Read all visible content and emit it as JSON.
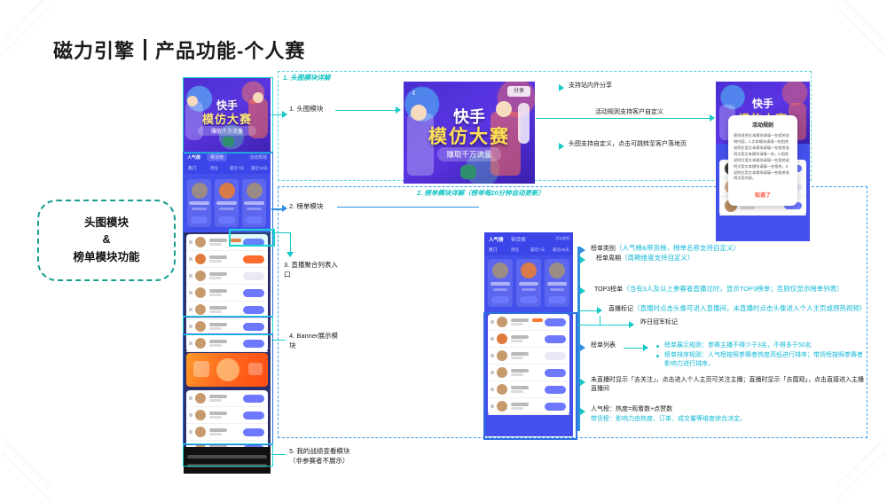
{
  "page": {
    "title_brand": "磁力引擎",
    "title_divider": "|",
    "title_page": "产品功能-个人赛"
  },
  "left_box": {
    "line1": "头图模块",
    "line2": "&",
    "line3": "榜单模块功能"
  },
  "sections": {
    "section1_title": "1. 头图模块详解",
    "section2_title": "2. 榜单模块详解（榜单每20分钟自动更新）"
  },
  "callouts": [
    {
      "id": "c1",
      "text": "1. 头图模块"
    },
    {
      "id": "c2",
      "text": "2. 榜单模块"
    },
    {
      "id": "c3",
      "text": "3. 直播聚合列表入口"
    },
    {
      "id": "c4",
      "text": "4. Banner展示模块"
    },
    {
      "id": "c5",
      "text": "5. 我的战绩查看模块（非参赛者不展示）"
    }
  ],
  "top_annotations": [
    {
      "id": "a1",
      "text": "支持站内外分享"
    },
    {
      "id": "a2",
      "text": "活动规则支持客户自定义"
    },
    {
      "id": "a3",
      "text": "头图支持自定义，点击可跳转至客户落地页"
    }
  ],
  "rank_annotations": {
    "category_label": "榜单类别",
    "category_note": "（人气榜&带货榜，榜单名称支持自定义）",
    "period_label": "榜单周期",
    "period_note": "（周期维度支持自定义）",
    "top3_label": "TOP3榜单",
    "top3_note": "（当有3人及以上参赛者直播过时，显示TOP3榜单；否则仅显示榜单列表）",
    "live_label": "直播标记",
    "live_note": "（直播时点击头像可进入直播间，未直播时点击头像进入个人主页或预热视频）",
    "champion_label": "昨日冠军标记",
    "list_label": "榜单列表",
    "list_rules": [
      "榜单展示规则：参赛主播不得少于3名，不得多于50名",
      "榜单排序规则：人气榜按照参赛者热度高低进行排序；带货榜按照参赛者影响力进行排序。"
    ],
    "follow_rule": "未直播时显示「去关注」，点击进入个人主页可关注主播；直播时显示「去围观」，点击直接进入主播直播间",
    "heat_rule_line1": "人气榜：热度=观看数+点赞数",
    "heat_rule_line2": "带货榜：影响力由热度、订单、成交量等维度综合决定。"
  },
  "phone1": {
    "banner_line1": "快手",
    "banner_line2": "模仿大赛",
    "banner_line3": "赚取千万流量",
    "tab_popularity": "人气榜",
    "tab_goods": "带货榜",
    "tab_rule": "活动规则",
    "subtabs": [
      "热门",
      "周任",
      "最近7天",
      "最近30天"
    ]
  },
  "phone2": {
    "banner_line1": "快手",
    "banner_line2": "模仿大赛",
    "banner_line3": "赚取千万流量",
    "share_label": "分享",
    "back_icon": "chevron-left-icon"
  },
  "phone3": {
    "hero_line1": "快手",
    "hero_line2": "模仿大赛",
    "modal_title": "活动规则",
    "modal_body": "规则说明文本模块请填一些相关说明内容。1.文本模块请填一些相关说明文案文本模块请填一些相关说明文案文本模块请填一些。2.相关说明文案文本模块请填一些相关说明文案文本模块请填一些相关。3.说明文案文本模块请填一些相关说明文案内容。",
    "modal_ok": "知道了"
  },
  "phone4": {
    "tab_popularity": "人气榜",
    "tab_goods": "带货榜",
    "tab_rule": "活动规则",
    "subtabs": [
      "热门",
      "周任",
      "最近7天",
      "最近30天"
    ]
  },
  "colors": {
    "teal": "#14c8c8",
    "blue": "#2f6fe0",
    "accent_cyan": "#12b9d6",
    "brand_purple": "#4a2ed2",
    "btn_blue": "#6d78ff"
  }
}
